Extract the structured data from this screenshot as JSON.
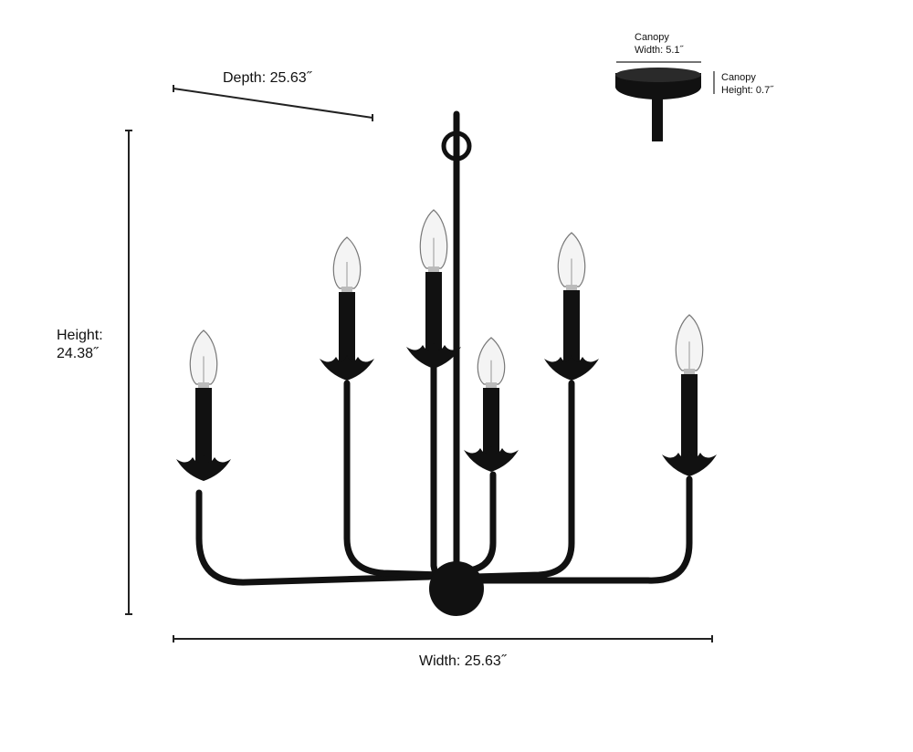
{
  "dimensions": {
    "depth": "Depth: 25.63˝",
    "height_label": "Height:",
    "height_value": "24.38˝",
    "width": "Width: 25.63˝",
    "canopy_width_label": "Canopy",
    "canopy_width_value": "Width: 5.1˝",
    "canopy_height_label": "Canopy",
    "canopy_height_value": "Height: 0.7˝"
  },
  "colors": {
    "fixture": "#111111",
    "dim_line": "#222222"
  }
}
